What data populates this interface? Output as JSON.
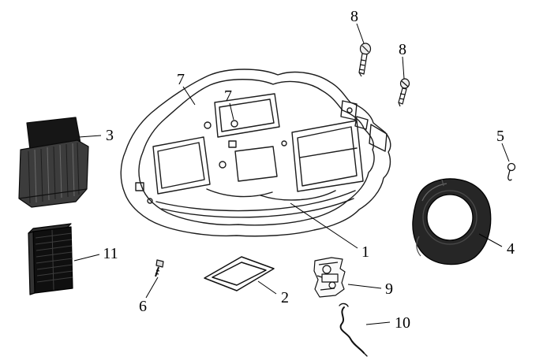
{
  "diagram": {
    "callouts": [
      {
        "label": "8"
      },
      {
        "label": "8"
      },
      {
        "label": "7"
      },
      {
        "label": "7"
      },
      {
        "label": "3"
      },
      {
        "label": "5"
      },
      {
        "label": "4"
      },
      {
        "label": "1"
      },
      {
        "label": "11"
      },
      {
        "label": "6"
      },
      {
        "label": "2"
      },
      {
        "label": "9"
      },
      {
        "label": "10"
      }
    ],
    "colors": {
      "line": "#1c1c1c",
      "dark_part": "#161616",
      "mid_part": "#3c3c3c",
      "background": "#ffffff"
    }
  }
}
